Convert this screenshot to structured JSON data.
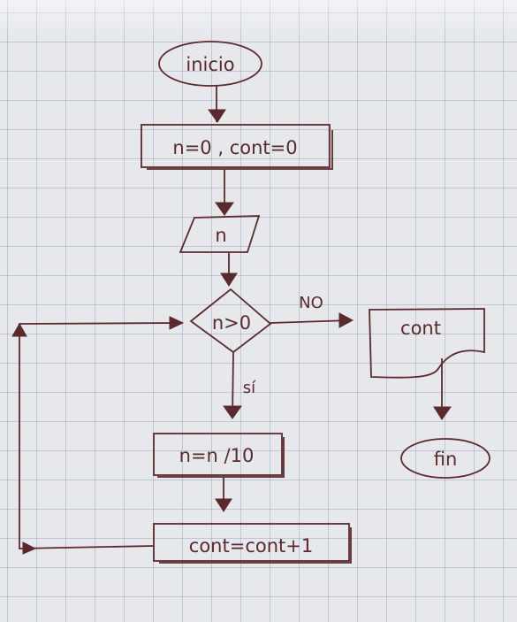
{
  "diagram": {
    "start": "inicio",
    "init": "n=0 , cont=0",
    "input": "n",
    "decision": "n>0",
    "no_label": "NO",
    "yes_label": "sí",
    "step1": "n=n /10",
    "step2": "cont=cont+1",
    "output": "cont",
    "end": "fin"
  },
  "colors": {
    "ink": "#5a2a2e",
    "paper": "#e6e8ec",
    "grid": "#7887aa"
  }
}
